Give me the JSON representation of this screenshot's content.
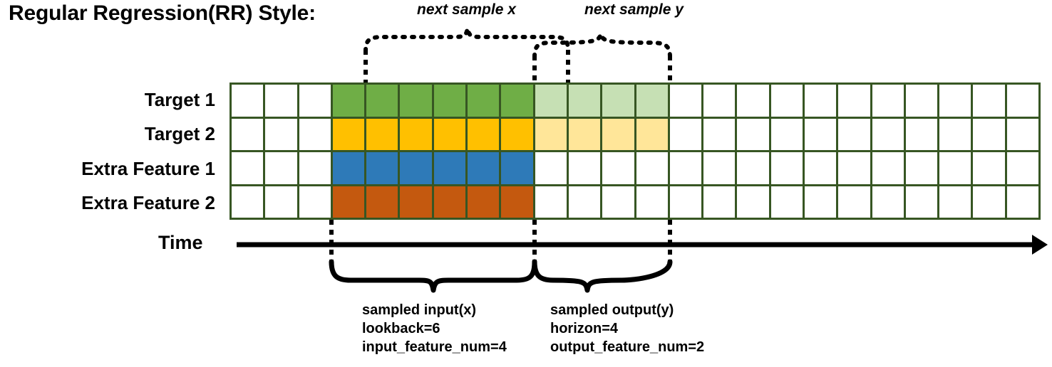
{
  "title": "Regular Regression(RR) Style:",
  "rows": [
    {
      "label": "Target 1",
      "name": "target-1"
    },
    {
      "label": "Target 2",
      "name": "target-2"
    },
    {
      "label": "Extra Feature 1",
      "name": "extra-feature-1"
    },
    {
      "label": "Extra Feature 2",
      "name": "extra-feature-2"
    }
  ],
  "grid": {
    "total_columns": 24,
    "total_rows": 4,
    "leading_blank_columns": 3,
    "lookback_columns": 6,
    "horizon_columns": 4,
    "trailing_blank_columns": 11,
    "border_color": "#375623",
    "empty_cell_color": "#ffffff",
    "row_fills": [
      {
        "row": "Target 1",
        "lookback_color": "#6FAE46",
        "horizon_color": "#C6E0B4"
      },
      {
        "row": "Target 2",
        "lookback_color": "#FFC000",
        "horizon_color": "#FFE699"
      },
      {
        "row": "Extra Feature 1",
        "lookback_color": "#2E7AB8",
        "horizon_color": "#ffffff"
      },
      {
        "row": "Extra Feature 2",
        "lookback_color": "#C4590F",
        "horizon_color": "#ffffff"
      }
    ]
  },
  "annotations": {
    "next_sample_x": "next sample x",
    "next_sample_y": "next sample y",
    "time_axis_label": "Time",
    "sampled_input": {
      "line1": "sampled input(x)",
      "line2": "lookback=6",
      "line3": "input_feature_num=4"
    },
    "sampled_output": {
      "line1": "sampled output(y)",
      "line2": "horizon=4",
      "line3": "output_feature_num=2"
    }
  },
  "colors": {
    "grid_border": "#375623",
    "target1_dark": "#6FAE46",
    "target1_light": "#C6E0B4",
    "target2_dark": "#FFC000",
    "target2_light": "#FFE699",
    "extra1": "#2E7AB8",
    "extra2": "#C4590F",
    "line": "#000000"
  }
}
